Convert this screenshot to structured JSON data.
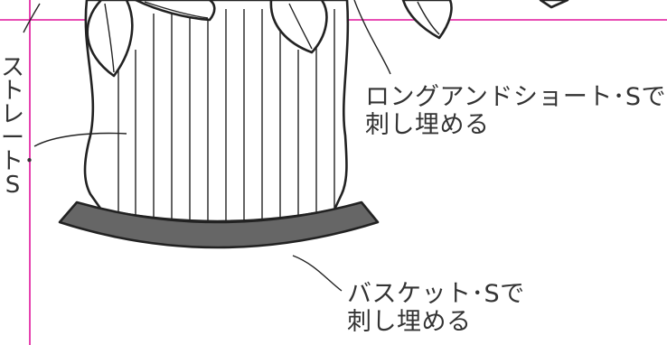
{
  "labels": {
    "long_short": [
      "ロングアンドショート･Sで",
      "刺し埋める"
    ],
    "basket": [
      "バスケット･Sで",
      "刺し埋める"
    ],
    "straight": "ストレート･S"
  },
  "colors": {
    "guide_line": "#e0139b",
    "outline": "#222222",
    "basket_fill": "#666666",
    "text": "#333333"
  }
}
